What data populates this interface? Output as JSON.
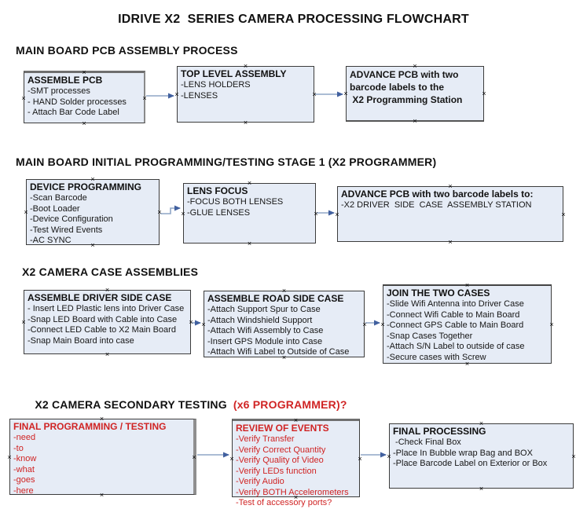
{
  "title": "IDRIVE X2  SERIES CAMERA PROCESSING FLOWCHART",
  "sections": [
    {
      "heading": "MAIN BOARD PCB ASSEMBLY PROCESS"
    },
    {
      "heading": "MAIN BOARD INITIAL PROGRAMMING/TESTING STAGE 1 (X2 PROGRAMMER)"
    },
    {
      "heading": "X2 CAMERA CASE ASSEMBLIES"
    },
    {
      "heading_black": "X2 CAMERA SECONDARY TESTING",
      "heading_red": "(x6 PROGRAMMER)?"
    }
  ],
  "boxes": {
    "assemble_pcb": {
      "title": "ASSEMBLE PCB",
      "items": [
        "-SMT processes",
        "- HAND Solder processes",
        "- Attach Bar Code Label"
      ]
    },
    "top_level_assembly": {
      "title": "TOP LEVEL ASSEMBLY",
      "items": [
        "-LENS HOLDERS",
        "-LENSES"
      ]
    },
    "advance_pcb_programming_station": {
      "lines": [
        "ADVANCE PCB with two",
        "barcode labels to the",
        " X2 Programming Station"
      ]
    },
    "device_programming": {
      "title": "DEVICE PROGRAMMING",
      "items": [
        "-Scan Barcode",
        "-Boot Loader",
        "-Device Configuration",
        "-Test Wired Events",
        "-AC SYNC"
      ]
    },
    "lens_focus": {
      "title": "LENS FOCUS",
      "items": [
        "-FOCUS BOTH LENSES",
        "-GLUE LENSES"
      ]
    },
    "advance_pcb_driver_side": {
      "title": "ADVANCE PCB with two barcode labels to:",
      "items": [
        "-X2 DRIVER  SIDE  CASE  ASSEMBLY STATION"
      ]
    },
    "assemble_driver_side_case": {
      "title": "ASSEMBLE DRIVER SIDE CASE",
      "items": [
        "- Insert LED Plastic lens into Driver Case",
        "-Snap LED Board with Cable into Case",
        "-Connect LED Cable to X2 Main Board",
        "-Snap Main Board into case"
      ]
    },
    "assemble_road_side_case": {
      "title": "ASSEMBLE ROAD SIDE CASE",
      "items": [
        "-Attach Support Spur to Case",
        "-Attach Windshield Support",
        "-Attach Wifi Assembly to Case",
        "-Insert GPS Module into Case",
        "-Attach Wifi Label to Outside of Case"
      ]
    },
    "join_the_two_cases": {
      "title": "JOIN THE TWO CASES",
      "items": [
        "-Slide Wifi Antenna into Driver Case",
        "-Connect Wifi Cable to Main Board",
        "-Connect GPS Cable to Main Board",
        "-Snap Cases Together",
        "-Attach S/N Label to outside of case",
        "-Secure cases with Screw"
      ]
    },
    "final_programming_testing": {
      "title": "FINAL PROGRAMMING / TESTING",
      "items": [
        "-need",
        "-to",
        "-know",
        "-what",
        "-goes",
        "-here"
      ]
    },
    "review_of_events": {
      "title": "REVIEW OF EVENTS",
      "items": [
        "-Verify Transfer",
        "-Verify Correct Quantity",
        "-Verify Quality of Video",
        "-Verify LEDs function",
        "-Verify Audio",
        "-Verify BOTH Accelerometers",
        "-Test of accessory ports?"
      ]
    },
    "final_processing": {
      "title": "FINAL PROCESSING",
      "items": [
        " -Check Final Box",
        "-Place In Bubble wrap Bag and BOX",
        "-Place Barcode Label on Exterior or Box"
      ]
    }
  },
  "colors": {
    "red_text": "#d02424",
    "box_fill": "#e6ecf6",
    "box_border": "#3c3c3c",
    "arrow_line": "#8fa6c6",
    "arrow_head": "#41609f",
    "text": "#000000"
  }
}
